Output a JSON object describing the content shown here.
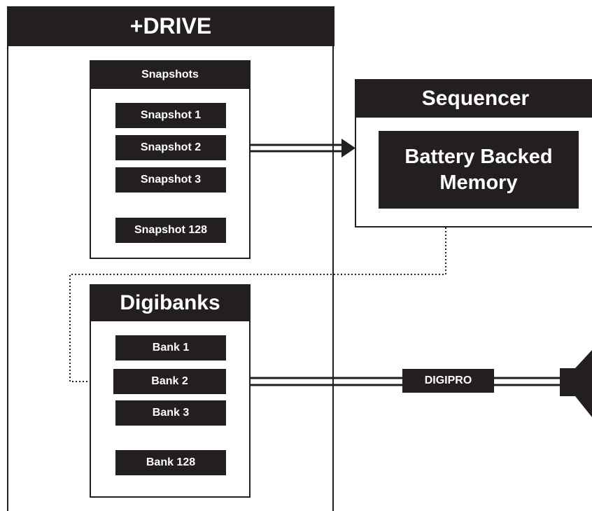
{
  "drive": {
    "title": "+DRIVE"
  },
  "snapshots": {
    "title": "Snapshots",
    "items": [
      "Snapshot 1",
      "Snapshot 2",
      "Snapshot 3",
      "Snapshot 128"
    ]
  },
  "sequencer": {
    "title": "Sequencer",
    "memory_label": "Battery Backed Memory"
  },
  "digibanks": {
    "title": "Digibanks",
    "items": [
      "Bank 1",
      "Bank 2",
      "Bank 3",
      "Bank 128"
    ]
  },
  "connection": {
    "label": "DIGIPRO"
  },
  "colors": {
    "ink": "#231f20",
    "paper": "#ffffff"
  }
}
